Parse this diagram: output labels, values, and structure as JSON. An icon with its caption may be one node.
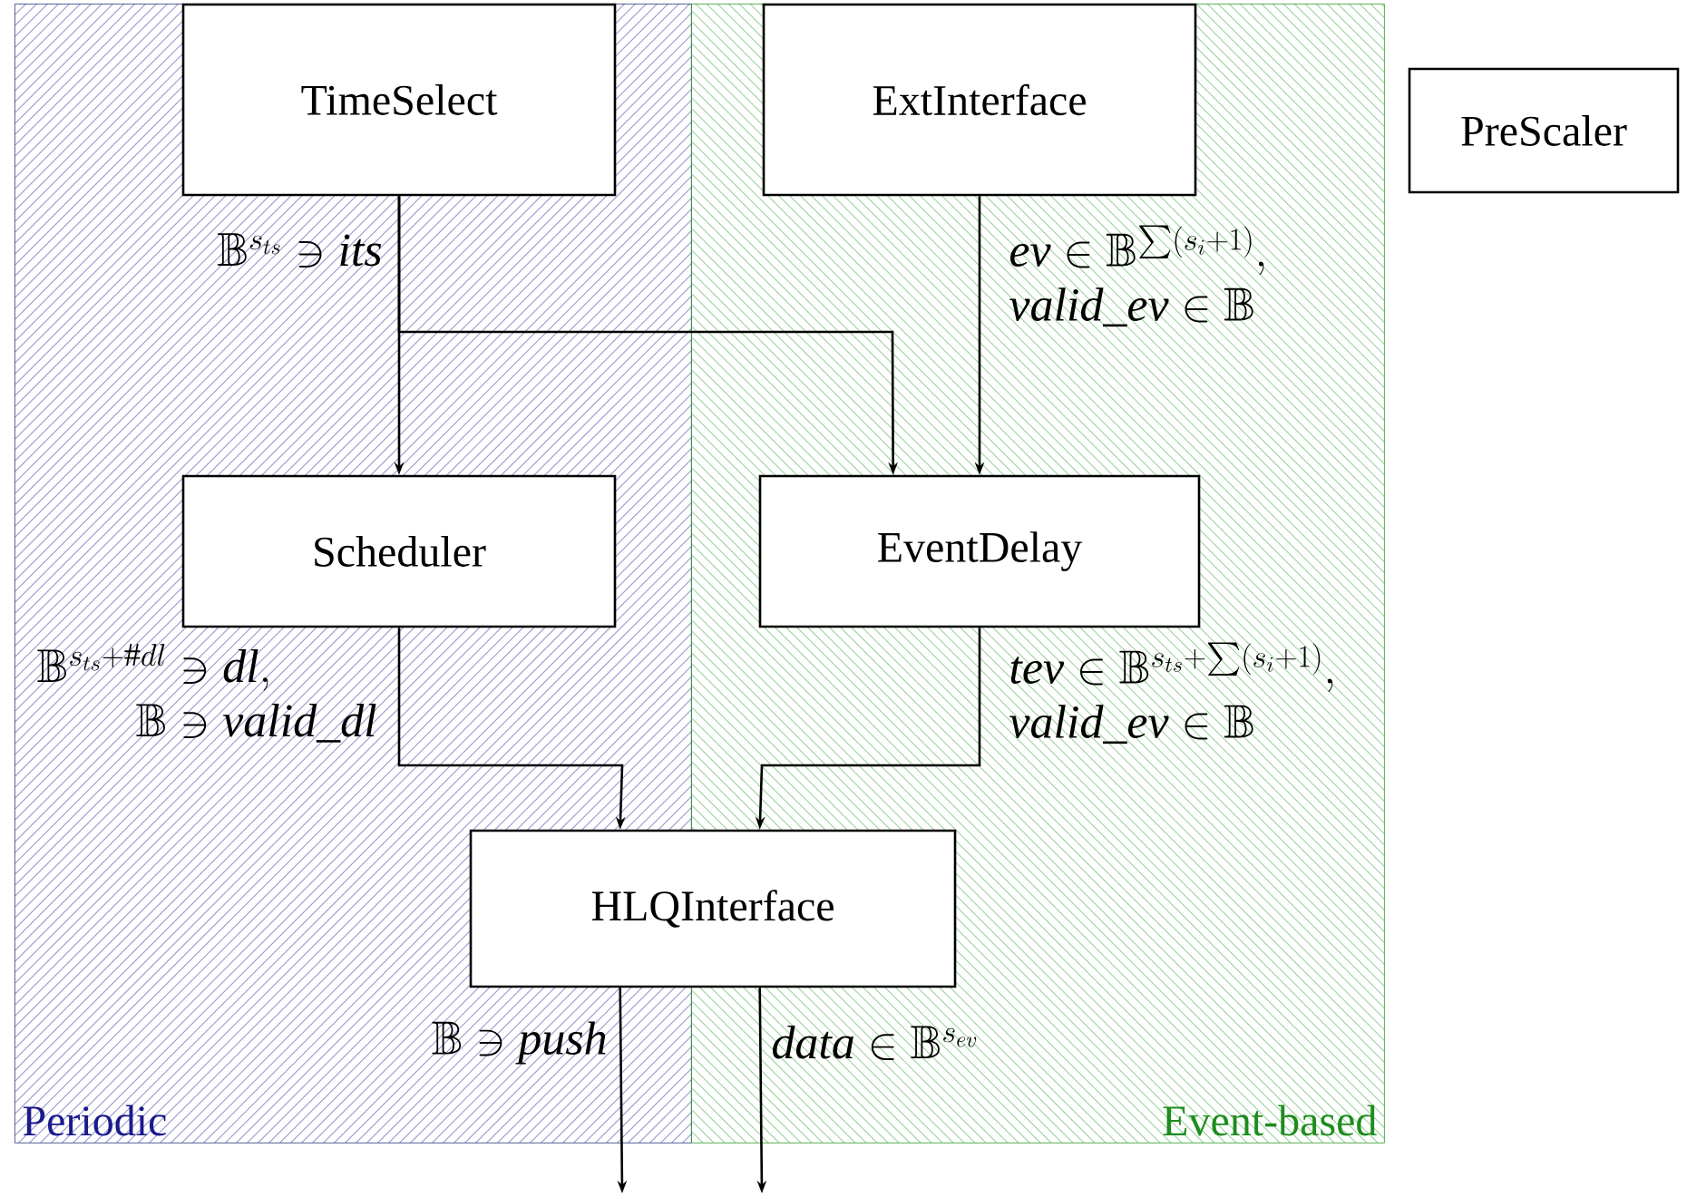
{
  "diagram": {
    "nodes": [
      {
        "text": [
          "Periodic"
        ]
      },
      {
        "text": [
          "Event-based"
        ]
      },
      {
        "text": [
          "TimeSelect"
        ],
        "in": 0
      },
      {
        "text": [
          "ExtInterface"
        ],
        "in": 1
      },
      {
        "text": [
          "PreScaler"
        ]
      },
      {
        "text": [
          "Scheduler"
        ],
        "in": 0
      },
      {
        "text": [
          "EventDelay"
        ],
        "in": 1
      },
      {
        "text": [
          "HLQInterface"
        ]
      }
    ],
    "edges": [
      {
        "from": 2,
        "to": 5,
        "arrow": "to",
        "label": "\\mathbb{B}^{s_{ts}} \\ni \\mathit{its}"
      },
      {
        "from": 2,
        "to": 6,
        "arrow": "to"
      },
      {
        "from": 3,
        "to": 6,
        "arrow": "to",
        "label": "\\begin{array}{l} \\mathit{ev} \\in \\mathbb{B}^{\\sum(s_i+1)}, \\\\ \\mathit{valid\\_ev} \\in \\mathbb{B} \\end{array}"
      },
      {
        "from": 5,
        "to": 7,
        "arrow": "to",
        "label": "\\begin{array}{r@{\\;}c@{\\;}l} \\mathbb{B}^{s_{ts}+\\#dl} & \\ni & \\mathit{dl}, \\\\ \\mathbb{B} & \\ni & \\mathit{valid\\_dl} \\end{array}"
      },
      {
        "from": 6,
        "to": 7,
        "arrow": "to",
        "label": "\\begin{array}{l} \\mathit{tev} \\in \\mathbb{B}^{s_{ts}+\\sum(s_i+1)}, \\\\ \\mathit{valid\\_ev} \\in \\mathbb{B} \\end{array}"
      },
      {
        "from": 7,
        "to": null,
        "arrow": "to",
        "label": "\\mathbb{B} \\ni \\mathit{push}"
      },
      {
        "from": 7,
        "to": null,
        "arrow": "to",
        "label": "\\mathit{data} \\in \\mathbb{B}^{s_{ev}}"
      }
    ]
  }
}
